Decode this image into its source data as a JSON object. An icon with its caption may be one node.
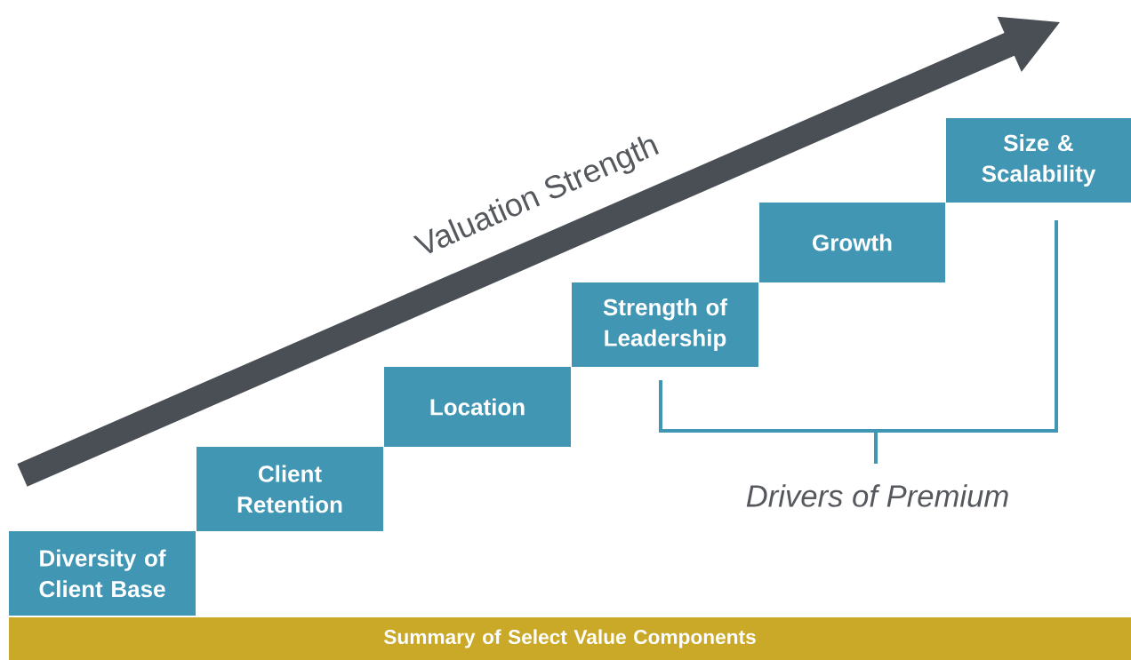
{
  "diagram": {
    "nodes": [
      {
        "text": [
          "Diversity of Client Base"
        ]
      },
      {
        "text": [
          "Client Retention"
        ]
      },
      {
        "text": [
          "Location"
        ]
      },
      {
        "text": [
          "Strength of Leadership"
        ]
      },
      {
        "text": [
          "Growth"
        ]
      },
      {
        "text": [
          "Size & Scalability"
        ]
      },
      {
        "text": [
          "Summary of Select Value Components"
        ]
      }
    ],
    "edges": [],
    "labels": [
      "Valuation Strength",
      "Drivers of Premium"
    ]
  }
}
